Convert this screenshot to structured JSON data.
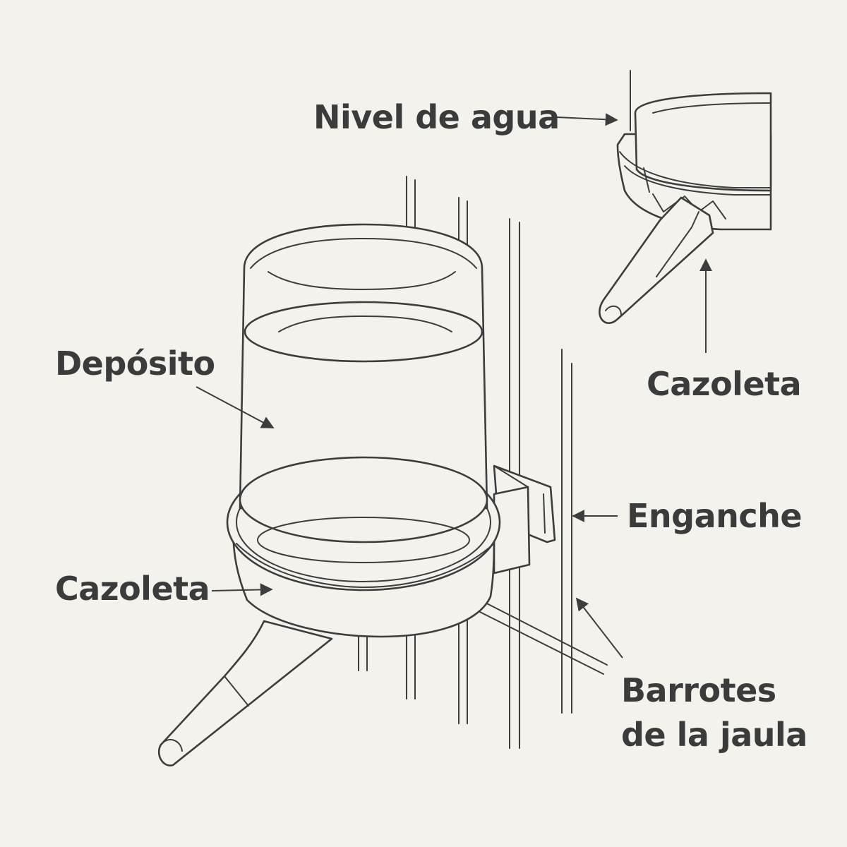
{
  "labels": {
    "water_level": "Nivel de agua",
    "reservoir": "Depósito",
    "cup_main": "Cazoleta",
    "cup_detail": "Cazoleta",
    "hook": "Enganche",
    "bars_line1": "Barrotes",
    "bars_line2": "de la jaula"
  },
  "colors": {
    "background": "#f3f2ed",
    "ink": "#3d3d3d"
  }
}
